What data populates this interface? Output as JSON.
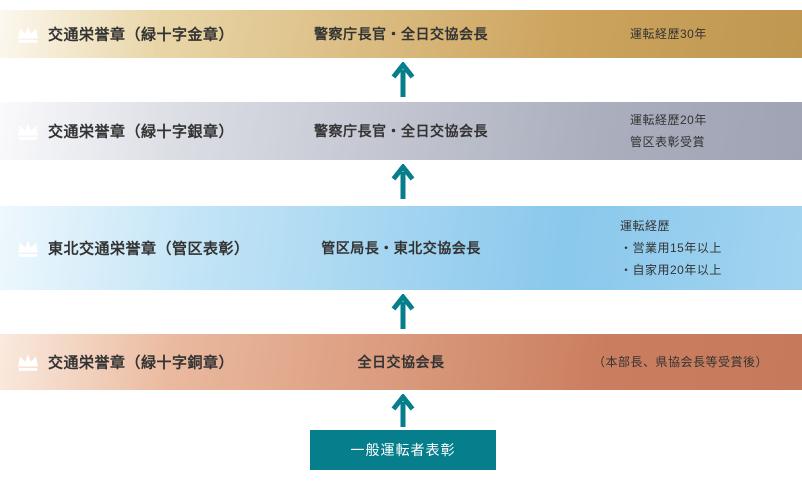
{
  "diagram": {
    "levels": [
      {
        "name": "gold",
        "title": "交通栄誉章（緑十字金章）",
        "issuer": "警察庁長官・全日交協会長",
        "requirements": [
          "運転経歴30年"
        ],
        "band_colors": {
          "start": "#fcf8ee",
          "end": "#bf9750"
        }
      },
      {
        "name": "silver",
        "title": "交通栄誉章（緑十字銀章）",
        "issuer": "警察庁長官・全日交協会長",
        "requirements": [
          "運転経歴20年",
          "管区表彰受賞"
        ],
        "band_colors": {
          "start": "#fafafc",
          "end": "#9fa3b4"
        }
      },
      {
        "name": "regional",
        "title": "東北交通栄誉章（管区表彰）",
        "issuer": "管区局長・東北交協会長",
        "requirements": [
          "運転経歴",
          "・営業用15年以上",
          "・自家用20年以上"
        ],
        "band_colors": {
          "start": "#eef8fd",
          "end": "#8ac8ec"
        }
      },
      {
        "name": "bronze",
        "title": "交通栄誉章（緑十字銅章）",
        "issuer": "全日交協会長",
        "requirements": [
          "（本部長、県協会長等受賞後）"
        ],
        "band_colors": {
          "start": "#faeade",
          "end": "#c67a5c"
        }
      }
    ],
    "base_box": {
      "label": "一般運転者表彰",
      "background": "#077e8c",
      "text_color": "#ffffff"
    },
    "arrow_color": "#077e8c",
    "text_color": "#333333"
  }
}
